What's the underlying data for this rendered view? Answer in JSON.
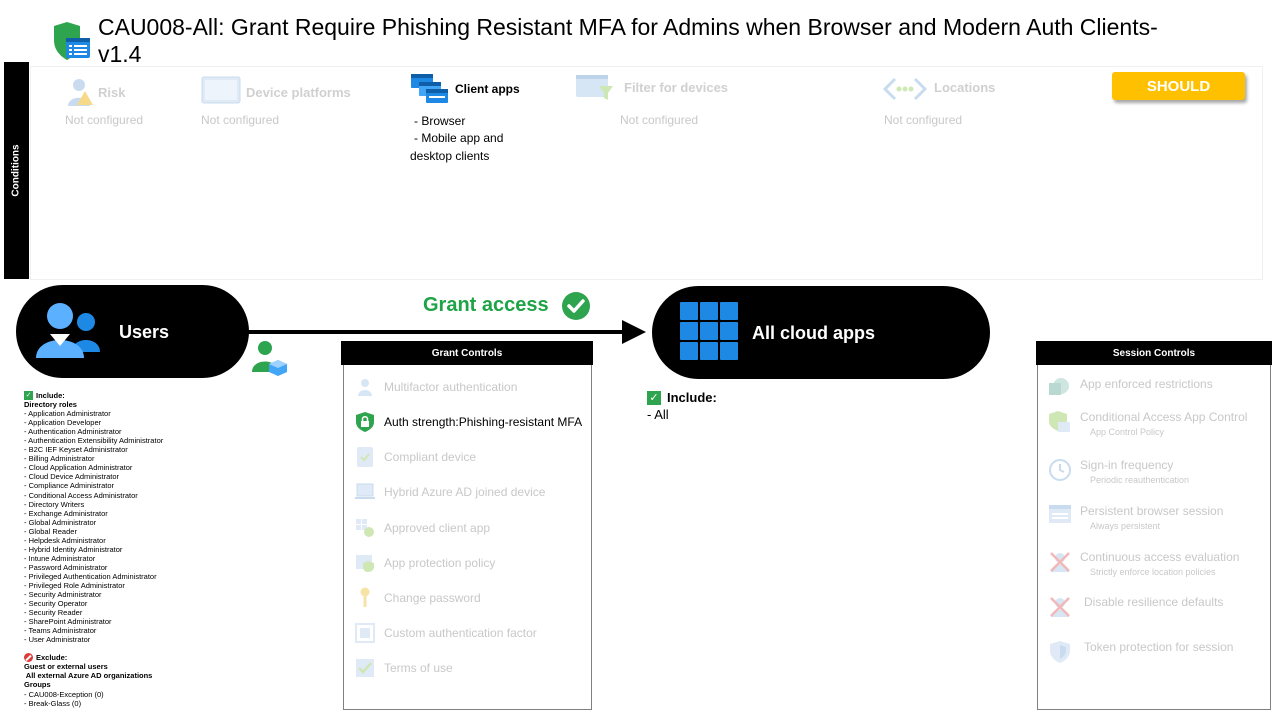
{
  "title": "CAU008-All: Grant Require Phishing Resistant MFA for Admins when Browser and Modern Auth Clients-v1.4",
  "badge": "SHOULD",
  "conditions": {
    "label": "Conditions",
    "risk": {
      "title": "Risk",
      "value": "Not configured"
    },
    "device_platforms": {
      "title": "Device platforms",
      "value": "Not configured"
    },
    "client_apps": {
      "title": "Client apps",
      "values": [
        "- Browser",
        "- Mobile app and",
        "desktop clients"
      ]
    },
    "filter_devices": {
      "title": "Filter for devices",
      "value": "Not configured"
    },
    "locations": {
      "title": "Locations",
      "value": "Not configured"
    }
  },
  "users": {
    "label": "Users",
    "include_label": "Include:",
    "directory_roles_label": "Directory roles",
    "roles": [
      "- Application Administrator",
      "- Application Developer",
      "- Authentication Administrator",
      "- Authentication Extensibility Administrator",
      "- B2C IEF Keyset Administrator",
      "- Billing Administrator",
      "- Cloud Application Administrator",
      "- Cloud Device Administrator",
      "- Compliance Administrator",
      "- Conditional Access Administrator",
      "- Directory Writers",
      "- Exchange Administrator",
      "- Global Administrator",
      "- Global Reader",
      "- Helpdesk Administrator",
      "- Hybrid Identity Administrator",
      "- Intune Administrator",
      "- Password Administrator",
      "- Privileged Authentication Administrator",
      "- Privileged Role Administrator",
      "- Security Administrator",
      "- Security Operator",
      "- Security Reader",
      "- SharePoint Administrator",
      "- Teams Administrator",
      "- User Administrator"
    ],
    "exclude_label": "Exclude:",
    "guest_label": "Guest or external users",
    "guest_value": " All external Azure AD organizations",
    "groups_label": "Groups",
    "groups": [
      "- CAU008-Exception (0)",
      "- Break-Glass (0)"
    ]
  },
  "grant_access_label": "Grant access",
  "cloud_apps": {
    "label": "All cloud apps",
    "include_label": "Include:",
    "include_value": "- All"
  },
  "grant_controls": {
    "header": "Grant Controls",
    "items": [
      {
        "label": "Multifactor authentication",
        "icon": "mfa-icon",
        "active": false
      },
      {
        "label": "Auth strength:Phishing-resistant MFA",
        "icon": "shield-lock-icon",
        "active": true
      },
      {
        "label": "Compliant device",
        "icon": "compliant-device-icon",
        "active": false
      },
      {
        "label": "Hybrid Azure AD joined device",
        "icon": "laptop-icon",
        "active": false
      },
      {
        "label": "Approved client app",
        "icon": "approved-app-icon",
        "active": false
      },
      {
        "label": "App protection policy",
        "icon": "app-protection-icon",
        "active": false
      },
      {
        "label": "Change password",
        "icon": "key-icon",
        "active": false
      },
      {
        "label": "Custom authentication factor",
        "icon": "custom-factor-icon",
        "active": false
      },
      {
        "label": "Terms of use",
        "icon": "terms-icon",
        "active": false
      }
    ]
  },
  "session_controls": {
    "header": "Session Controls",
    "items": [
      {
        "label": "App enforced restrictions",
        "sub": "",
        "icon": "sharepoint-icon"
      },
      {
        "label": "Conditional Access App Control",
        "sub": "App Control Policy",
        "icon": "app-control-icon"
      },
      {
        "label": "Sign-in frequency",
        "sub": "Periodic reauthentication",
        "icon": "clock-icon"
      },
      {
        "label": "Persistent browser session",
        "sub": "Always persistent",
        "icon": "browser-icon"
      },
      {
        "label": "Continuous access evaluation",
        "sub": "Strictly enforce location policies",
        "icon": "cae-icon"
      },
      {
        "label": "Disable resilience defaults",
        "sub": "",
        "icon": "resilience-icon"
      },
      {
        "label": "Token protection for session",
        "sub": "",
        "icon": "token-shield-icon"
      }
    ]
  },
  "colors": {
    "grant_green": "#1ea446",
    "badge_yellow": "#ffc000",
    "azure_blue": "#1e88e5",
    "disabled_gray": "#c8c8c8"
  }
}
